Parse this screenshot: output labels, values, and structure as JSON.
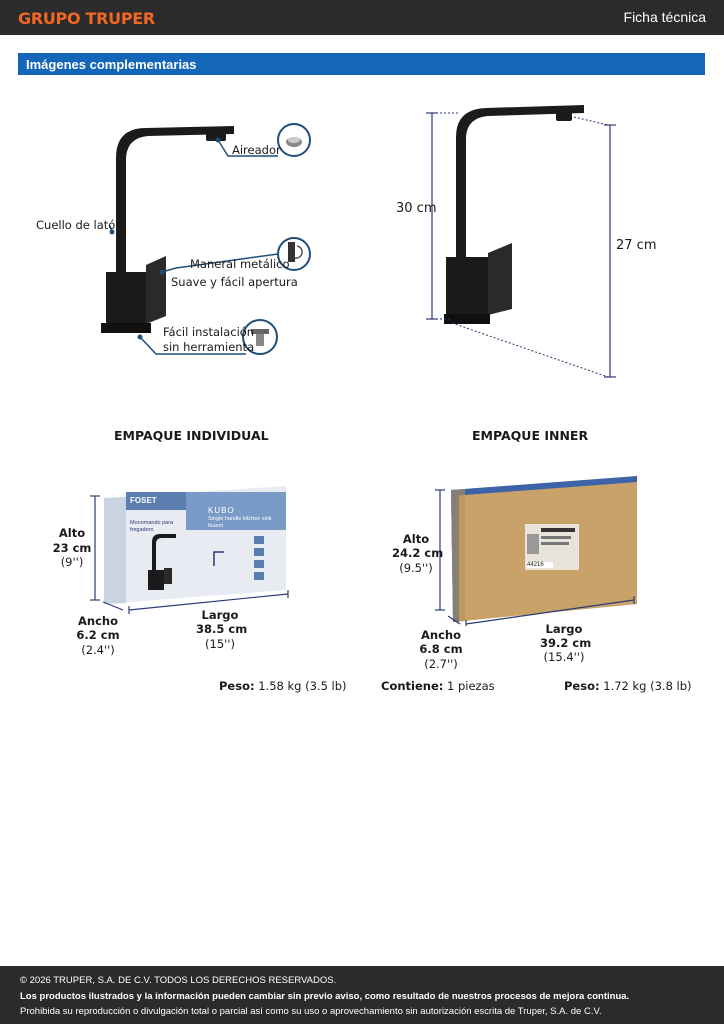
{
  "header": {
    "brand": "GRUPO TRUPER",
    "doc_type": "Ficha técnica"
  },
  "section": {
    "title": "Imágenes complementarias"
  },
  "features": {
    "aireador": "Aireador",
    "cuello": "Cuello de latón",
    "maneral": "Maneral metálico",
    "maneral_sub": "Suave y fácil apertura",
    "instalacion_1": "Fácil instalación",
    "instalacion_2": "sin herramienta"
  },
  "dimensions": {
    "height_total": "30 cm",
    "height_spout": "27 cm"
  },
  "package_individual": {
    "title": "EMPAQUE INDIVIDUAL",
    "alto_label": "Alto",
    "alto_cm": "23 cm",
    "alto_in": "(9'')",
    "ancho_label": "Ancho",
    "ancho_cm": "6.2 cm",
    "ancho_in": "(2.4'')",
    "largo_label": "Largo",
    "largo_cm": "38.5 cm",
    "largo_in": "(15'')",
    "peso_label": "Peso:",
    "peso_value": "1.58 kg (3.5 lb)",
    "box_brand": "FOSET",
    "box_line": "KUBO",
    "box_name_es": "Monomando para fregadero",
    "box_name_en": "Single handle kitchen sink faucet"
  },
  "package_inner": {
    "title": "EMPAQUE INNER",
    "alto_label": "Alto",
    "alto_cm": "24.2 cm",
    "alto_in": "(9.5'')",
    "ancho_label": "Ancho",
    "ancho_cm": "6.8 cm",
    "ancho_in": "(2.7'')",
    "largo_label": "Largo",
    "largo_cm": "39.2 cm",
    "largo_in": "(15.4'')",
    "contiene_label": "Contiene:",
    "contiene_value": "1 piezas",
    "peso_label": "Peso:",
    "peso_value": "1.72 kg (3.8 lb)",
    "box_code": "44216"
  },
  "footer": {
    "copyright": "© 2026 TRUPER, S.A. DE C.V. TODOS LOS DERECHOS RESERVADOS.",
    "notice": "Los productos ilustrados y la información pueden cambiar sin previo aviso, como resultado de nuestros procesos de mejora continua.",
    "prohibition": "Prohibida su reproducción o divulgación total o parcial así como su uso o aprovechamiento sin autorización escrita de Truper, S.A. de C.V."
  },
  "colors": {
    "brand_orange": "#f26722",
    "header_dark": "#2b2b2b",
    "section_blue": "#1466b8",
    "callout_blue": "#1f4e79",
    "dim_navy": "#2b3a78"
  }
}
